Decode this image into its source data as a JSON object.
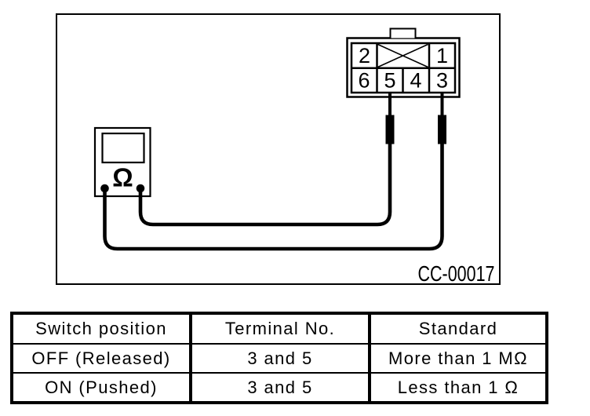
{
  "diagram": {
    "figure_code": "CC-00017",
    "connector": {
      "top_row": [
        "2",
        "1"
      ],
      "bottom_row": [
        "6",
        "5",
        "4",
        "3"
      ]
    },
    "multimeter": {
      "mode_symbol": "Ω"
    }
  },
  "table": {
    "headers": [
      "Switch position",
      "Terminal No.",
      "Standard"
    ],
    "rows": [
      [
        "OFF (Released)",
        "3 and 5",
        "More than 1 MΩ"
      ],
      [
        "ON (Pushed)",
        "3 and 5",
        "Less than 1 Ω"
      ]
    ]
  }
}
